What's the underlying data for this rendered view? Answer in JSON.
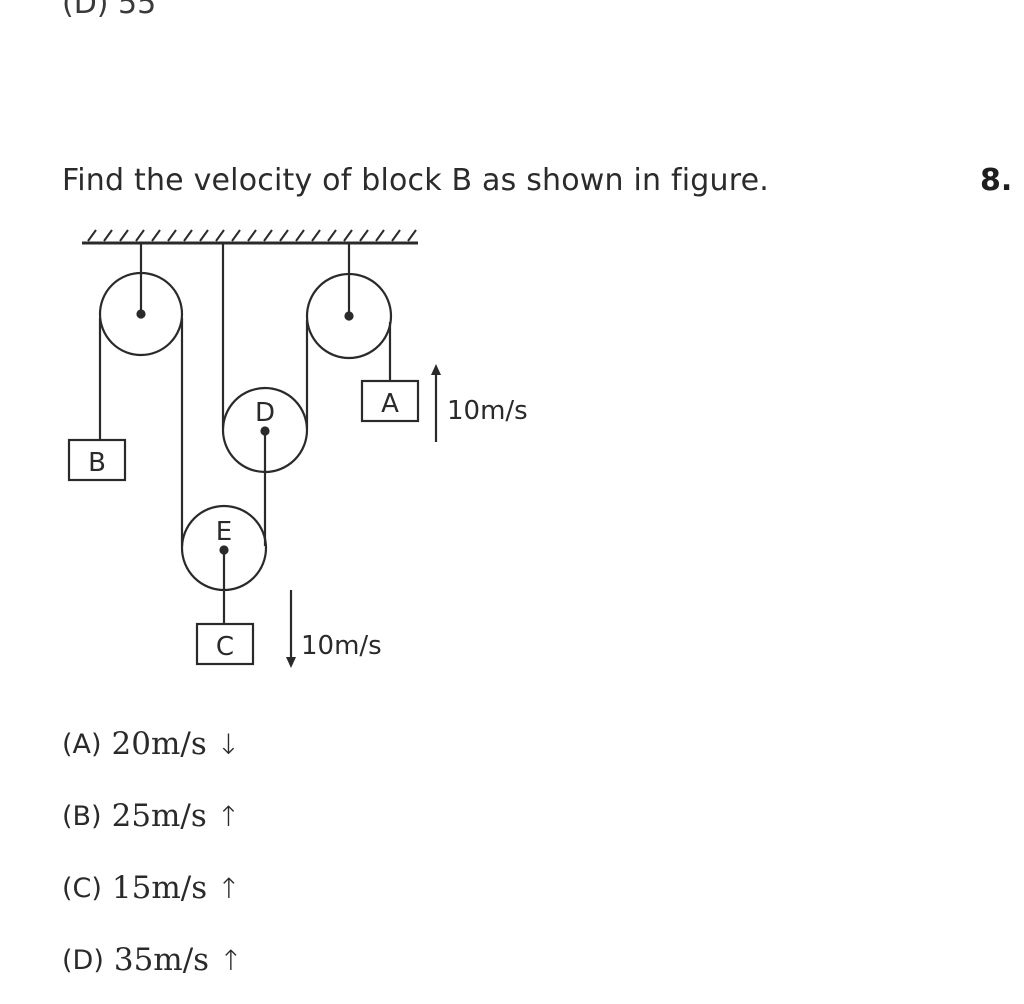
{
  "previous_fragment": "(D) 55",
  "question": {
    "text": "Find the velocity of block B as shown in figure.",
    "number": "8."
  },
  "figure": {
    "pulleys": [
      {
        "id": "left-fixed",
        "label": ""
      },
      {
        "id": "right-fixed",
        "label": ""
      },
      {
        "id": "D",
        "label": "D"
      },
      {
        "id": "E",
        "label": "E"
      }
    ],
    "blocks": {
      "A": "A",
      "B": "B",
      "C": "C"
    },
    "velocities": {
      "A": {
        "value": "10m/s",
        "direction": "up"
      },
      "C": {
        "value": "10m/s",
        "direction": "down"
      }
    }
  },
  "options": [
    {
      "label": "(A)",
      "value": "20m/s",
      "arrow": "↓"
    },
    {
      "label": "(B)",
      "value": "25m/s",
      "arrow": "↑"
    },
    {
      "label": "(C)",
      "value": "15m/s",
      "arrow": "↑"
    },
    {
      "label": "(D)",
      "value": "35m/s",
      "arrow": "↑"
    }
  ],
  "colors": {
    "ink": "#2a2a2a",
    "background": "#ffffff"
  }
}
